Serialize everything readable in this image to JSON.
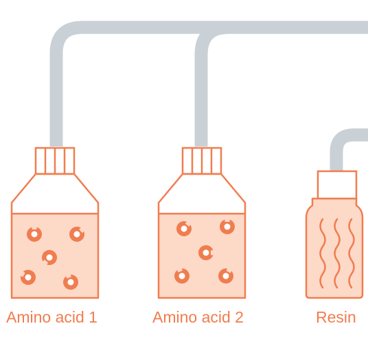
{
  "colors": {
    "tube": "#c9d0d6",
    "accent": "#f07d4f",
    "fill": "#fdd9c8",
    "background": "#ffffff",
    "label_text": "#f07d4f"
  },
  "containers": [
    {
      "id": "bottle-1",
      "kind": "bottle",
      "label": "Amino acid 1",
      "particle_icon": "amino-acid-molecule-icon"
    },
    {
      "id": "bottle-2",
      "kind": "bottle",
      "label": "Amino acid 2",
      "particle_icon": "amino-acid-molecule-icon"
    },
    {
      "id": "resin-vessel",
      "kind": "resin-column",
      "label": "Resin",
      "particle_icon": "resin-strand-icon"
    }
  ]
}
